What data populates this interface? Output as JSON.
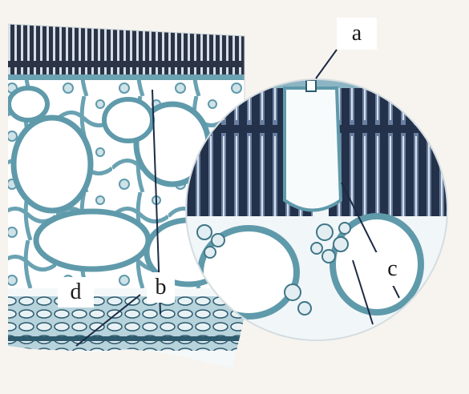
{
  "figure": {
    "labels": {
      "a": "a",
      "b": "b",
      "c": "c",
      "d": "d"
    },
    "colors": {
      "background": "#f7f4ef",
      "tissue_fill": "#e9f1f3",
      "cell_wall": "#5f9aab",
      "cell_wall_dark": "#2e5a6d",
      "palisade_dark": "#1f2a3a",
      "leader_line": "#1c2a44"
    }
  }
}
